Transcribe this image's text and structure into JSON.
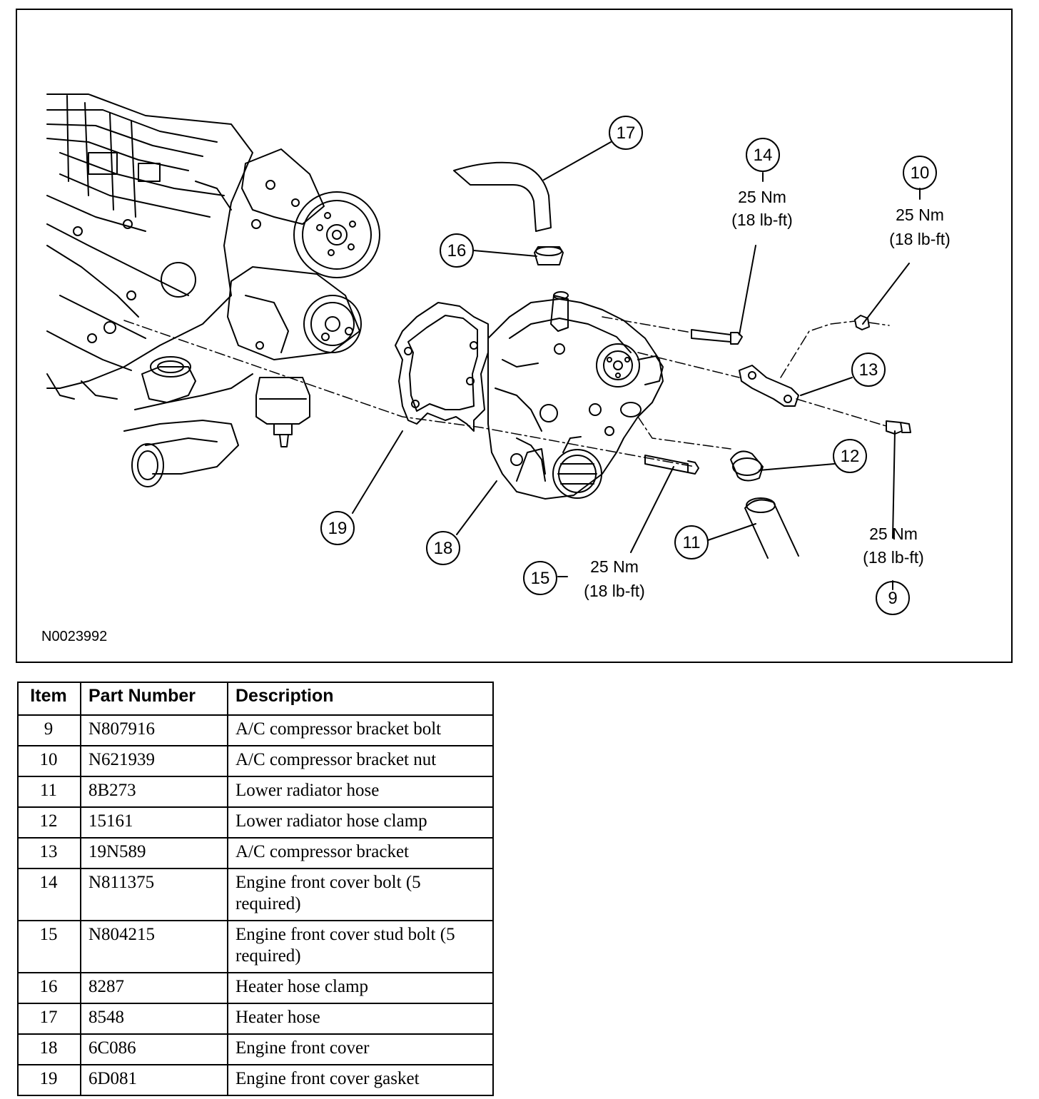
{
  "figure": {
    "id": "N0023992",
    "callouts": [
      {
        "num": "17"
      },
      {
        "num": "16"
      },
      {
        "num": "14",
        "torque_nm": "25 Nm",
        "torque_lbft": "(18 lb-ft)"
      },
      {
        "num": "10",
        "torque_nm": "25 Nm",
        "torque_lbft": "(18 lb-ft)"
      },
      {
        "num": "13"
      },
      {
        "num": "12"
      },
      {
        "num": "11"
      },
      {
        "num": "19"
      },
      {
        "num": "18"
      },
      {
        "num": "15",
        "torque_nm": "25 Nm",
        "torque_lbft": "(18 lb-ft)"
      },
      {
        "num": "9",
        "torque_nm": "25 Nm",
        "torque_lbft": "(18 lb-ft)"
      }
    ]
  },
  "table": {
    "headers": {
      "item": "Item",
      "part": "Part Number",
      "desc": "Description"
    },
    "rows": [
      {
        "item": "9",
        "part": "N807916",
        "desc": "A/C compressor bracket bolt"
      },
      {
        "item": "10",
        "part": "N621939",
        "desc": "A/C compressor bracket nut"
      },
      {
        "item": "11",
        "part": "8B273",
        "desc": "Lower radiator hose"
      },
      {
        "item": "12",
        "part": "15161",
        "desc": "Lower radiator hose clamp"
      },
      {
        "item": "13",
        "part": "19N589",
        "desc": "A/C compressor bracket"
      },
      {
        "item": "14",
        "part": "N811375",
        "desc": "Engine front cover bolt (5 required)"
      },
      {
        "item": "15",
        "part": "N804215",
        "desc": "Engine front cover stud bolt (5 required)"
      },
      {
        "item": "16",
        "part": "8287",
        "desc": "Heater hose clamp"
      },
      {
        "item": "17",
        "part": "8548",
        "desc": "Heater hose"
      },
      {
        "item": "18",
        "part": "6C086",
        "desc": "Engine front cover"
      },
      {
        "item": "19",
        "part": "6D081",
        "desc": "Engine front cover gasket"
      }
    ]
  }
}
